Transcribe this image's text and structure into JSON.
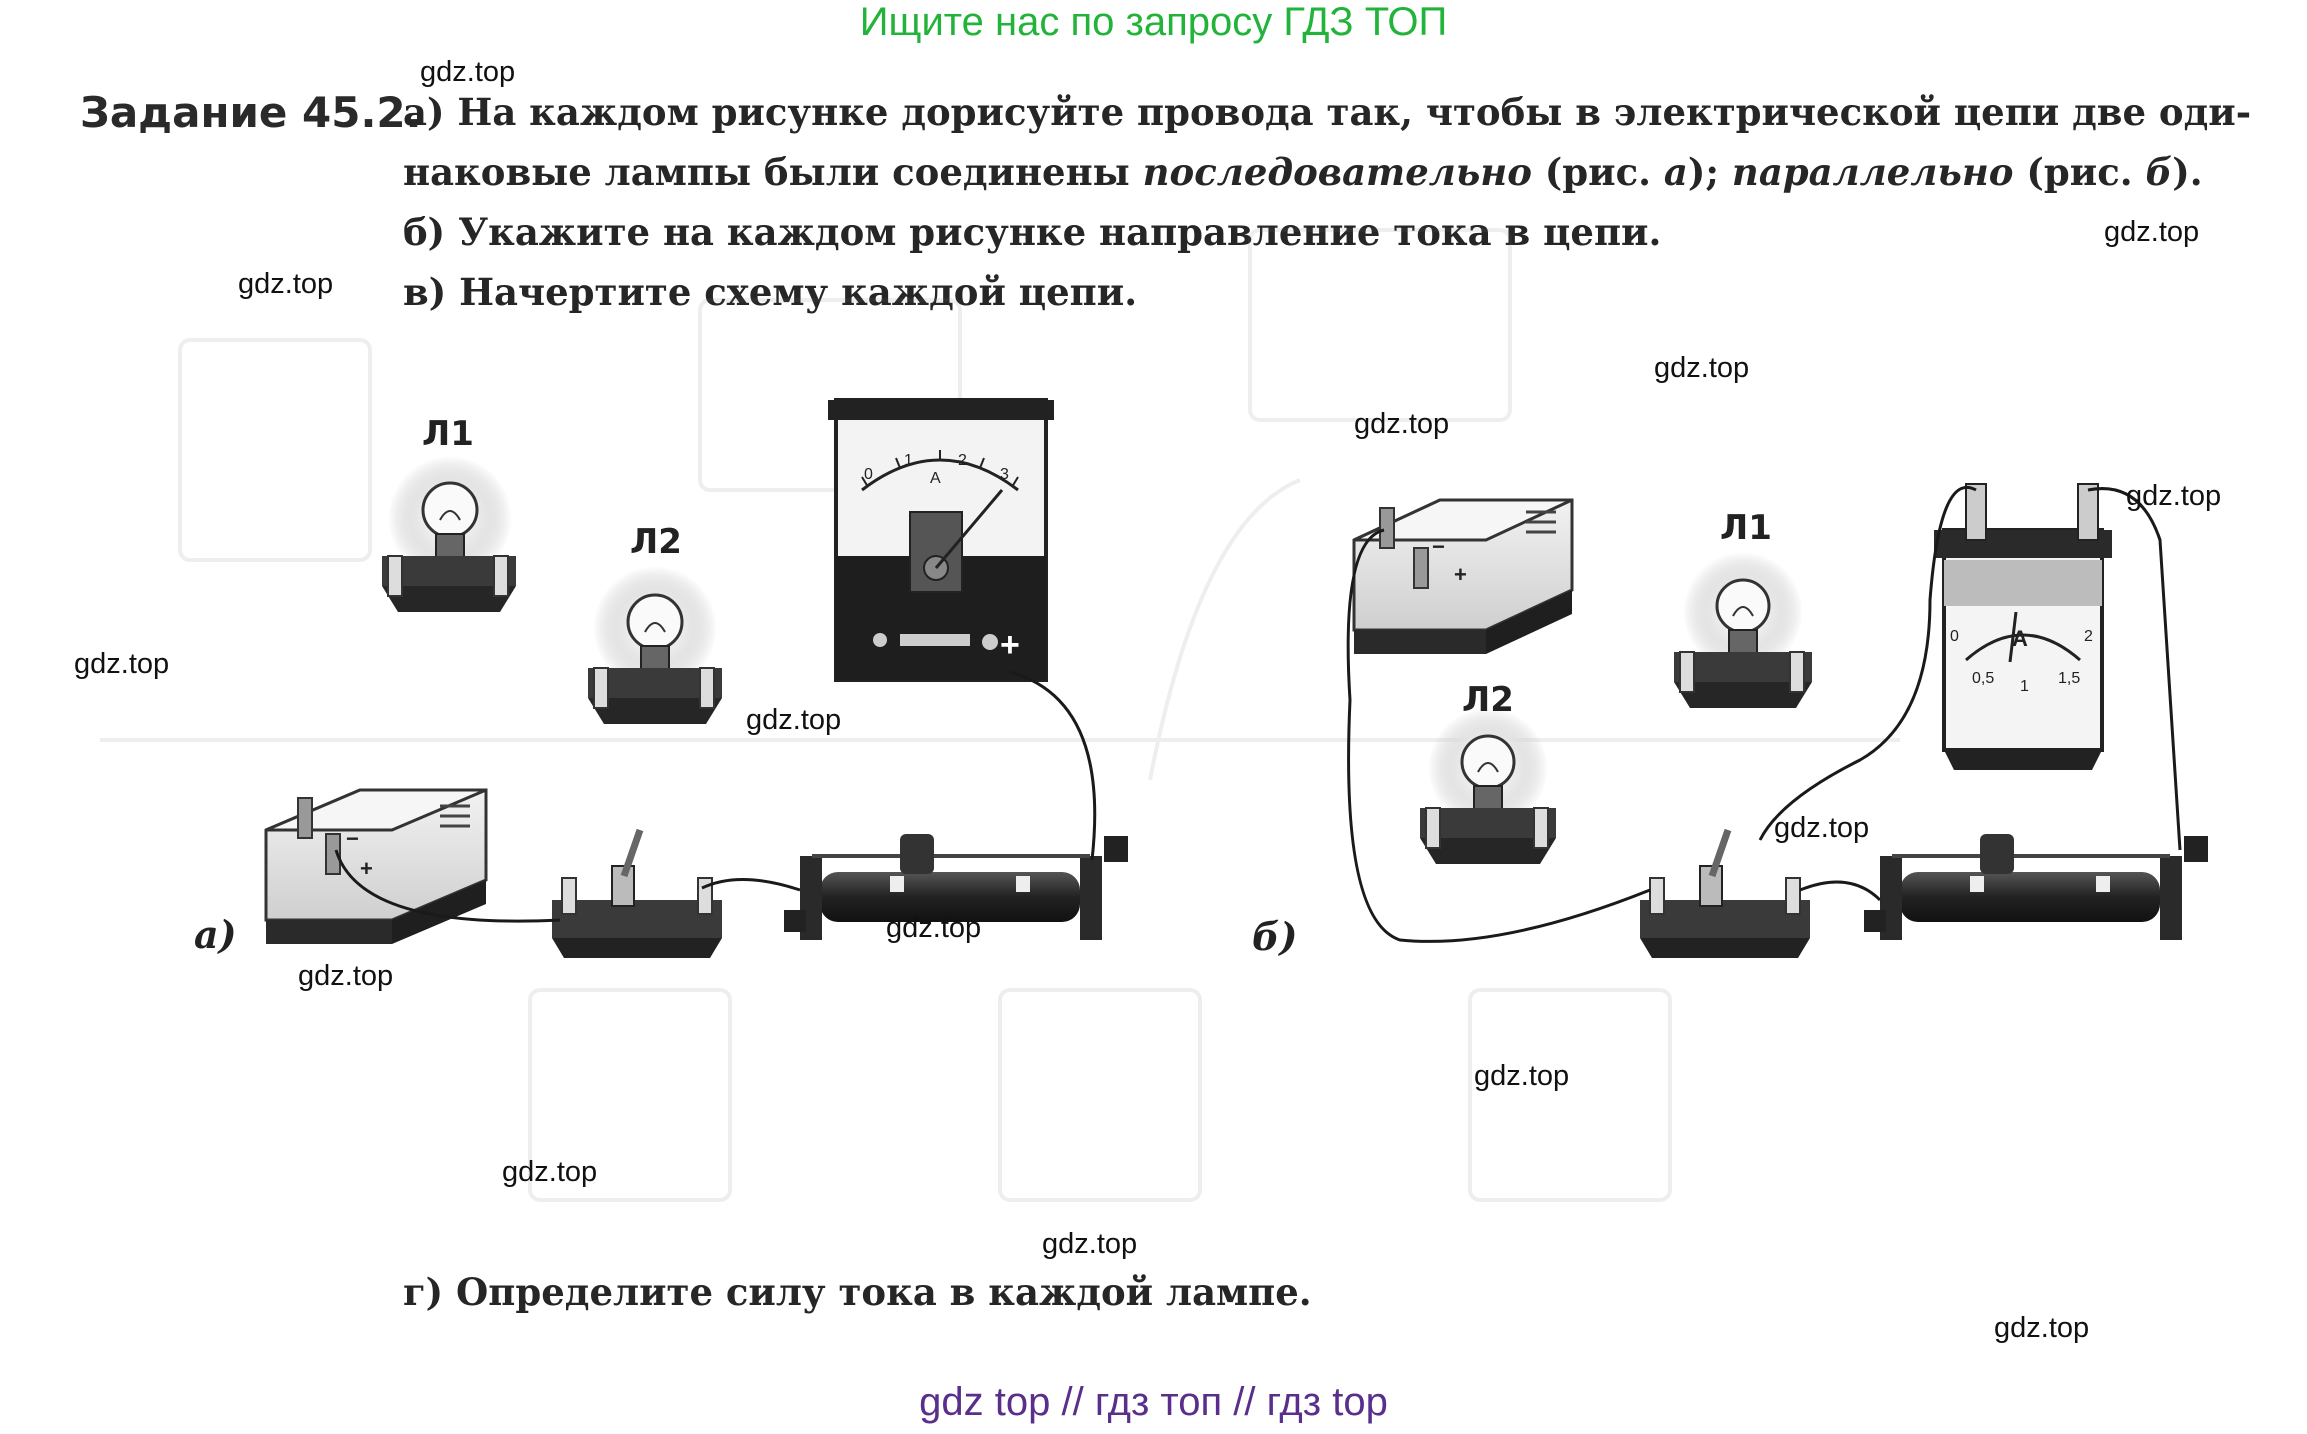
{
  "banner": {
    "top": "Ищите нас по запросу ГДЗ ТОП",
    "bottom": "gdz top  //  гдз топ  //  гдз top"
  },
  "watermark": "gdz.top",
  "task": {
    "title": "Задание 45.2.",
    "a_line1": "а) На каждом рисунке дорисуйте провода так, чтобы в электрической цепи две оди-",
    "a_line2_pre": "наковые лампы были соединены ",
    "a_line2_ital1": "последовательно",
    "a_line2_mid": " (рис. ",
    "a_line2_ital2": "а",
    "a_line2_mid2": "); ",
    "a_line2_ital3": "параллельно",
    "a_line2_mid3": " (рис. ",
    "a_line2_ital4": "б",
    "a_line2_end": ").",
    "b": "б) Укажите на каждом рисунке направление тока в цепи.",
    "v": "в) Начертите схему каждой цепи.",
    "g": "г) Определите силу тока в каждой лампе."
  },
  "figures": {
    "a": {
      "label": "а)",
      "lamps": [
        "Л1",
        "Л2"
      ],
      "ammeter_scale": [
        "0",
        "1",
        "2",
        "3"
      ],
      "ammeter_unit": "A",
      "plus": "+",
      "battery_minus": "−",
      "battery_plus": "+"
    },
    "b": {
      "label": "б)",
      "lamps": [
        "Л1",
        "Л2"
      ],
      "ammeter_scale_top": [
        "0",
        "2"
      ],
      "ammeter_scale_bottom": [
        "0,5",
        "1",
        "1,5"
      ],
      "ammeter_unit": "A",
      "battery_minus": "−",
      "battery_plus": "+"
    }
  }
}
